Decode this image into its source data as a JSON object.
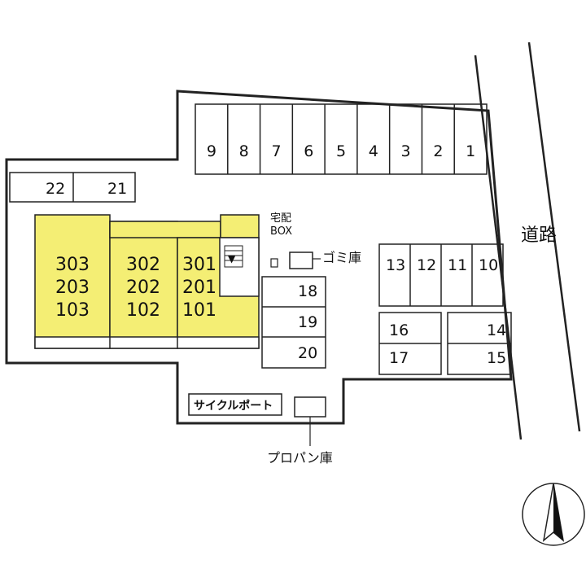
{
  "road_label": "道路",
  "parking": {
    "top_row": [
      "9",
      "8",
      "7",
      "6",
      "5",
      "4",
      "3",
      "2",
      "1"
    ],
    "left_row": [
      "22",
      "21"
    ],
    "right_row": [
      "13",
      "12",
      "11",
      "10"
    ],
    "middle_stack": [
      "18",
      "19",
      "20"
    ],
    "right_lower": {
      "a": "16",
      "b": "14",
      "c": "17",
      "d": "15"
    }
  },
  "building": {
    "units": [
      {
        "top": "303",
        "mid": "203",
        "bottom": "103"
      },
      {
        "top": "302",
        "mid": "202",
        "bottom": "102"
      },
      {
        "top": "301",
        "mid": "201",
        "bottom": "101"
      }
    ],
    "stair_symbol": "▼"
  },
  "facilities": {
    "delivery_box": "宅配",
    "delivery_box_line2": "BOX",
    "garbage": "ゴミ庫",
    "cycle_port": "サイクルポート",
    "propane": "プロパン庫"
  },
  "colors": {
    "building_fill": "#f4ee74",
    "line": "#222222"
  },
  "compass": "north-arrow"
}
